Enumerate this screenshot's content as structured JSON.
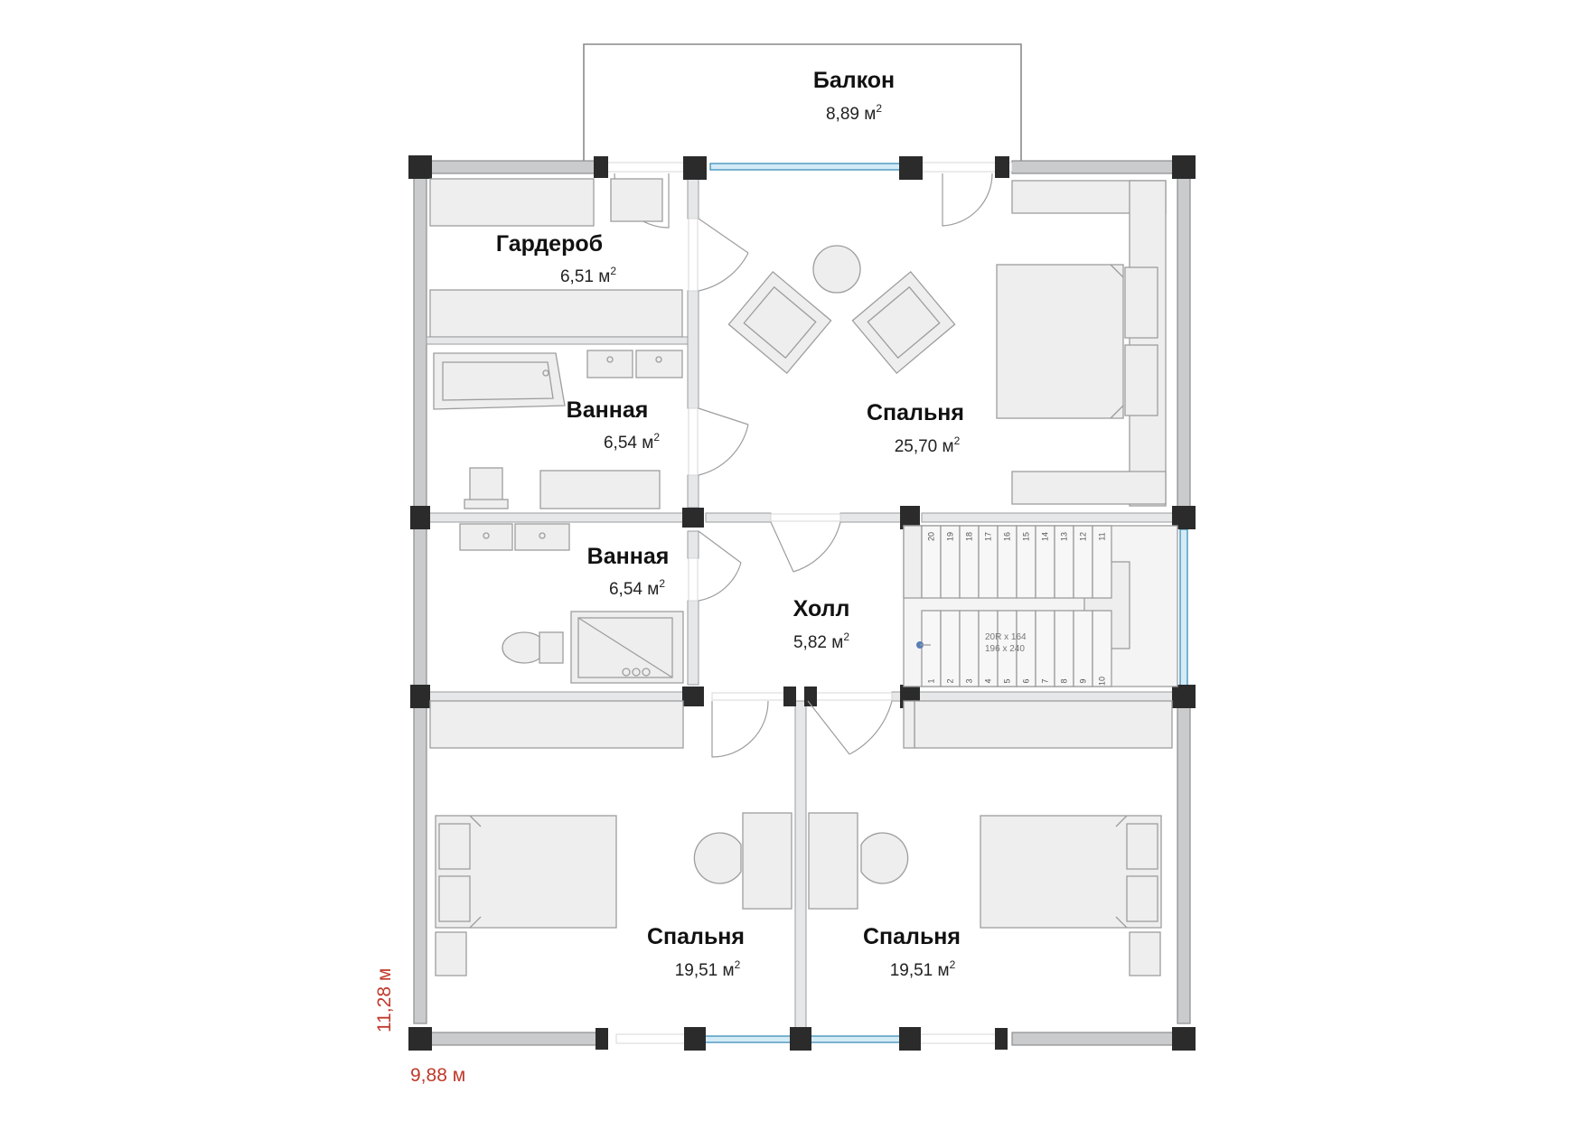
{
  "plan": {
    "rooms": [
      {
        "id": "balcony",
        "name": "Балкон",
        "area": "8,89 м",
        "sup": "2"
      },
      {
        "id": "wardrobe",
        "name": "Гардероб",
        "area": "6,51 м",
        "sup": "2"
      },
      {
        "id": "bath-upper",
        "name": "Ванная",
        "area": "6,54 м",
        "sup": "2"
      },
      {
        "id": "bedroom-master",
        "name": "Спальня",
        "area": "25,70 м",
        "sup": "2"
      },
      {
        "id": "bath-lower",
        "name": "Ванная",
        "area": "6,54 м",
        "sup": "2"
      },
      {
        "id": "hall",
        "name": "Холл",
        "area": "5,82 м",
        "sup": "2"
      },
      {
        "id": "bedroom-left",
        "name": "Спальня",
        "area": "19,51 м",
        "sup": "2"
      },
      {
        "id": "bedroom-right",
        "name": "Спальня",
        "area": "19,51 м",
        "sup": "2"
      }
    ],
    "stair": {
      "upper_numbers": [
        "20",
        "19",
        "18",
        "17",
        "16",
        "15",
        "14",
        "13",
        "12",
        "11"
      ],
      "lower_numbers": [
        "1",
        "2",
        "3",
        "4",
        "5",
        "6",
        "7",
        "8",
        "9",
        "10"
      ],
      "note_line1": "20R x 164",
      "note_line2": "196 x 240"
    },
    "dimensions": {
      "height": "11,28 м",
      "width": "9,88 м"
    },
    "colors": {
      "dimension_text": "#c0392b",
      "wall": "#c9cbcd",
      "post": "#2b2b2b",
      "glazing": "#2f86b3"
    }
  }
}
